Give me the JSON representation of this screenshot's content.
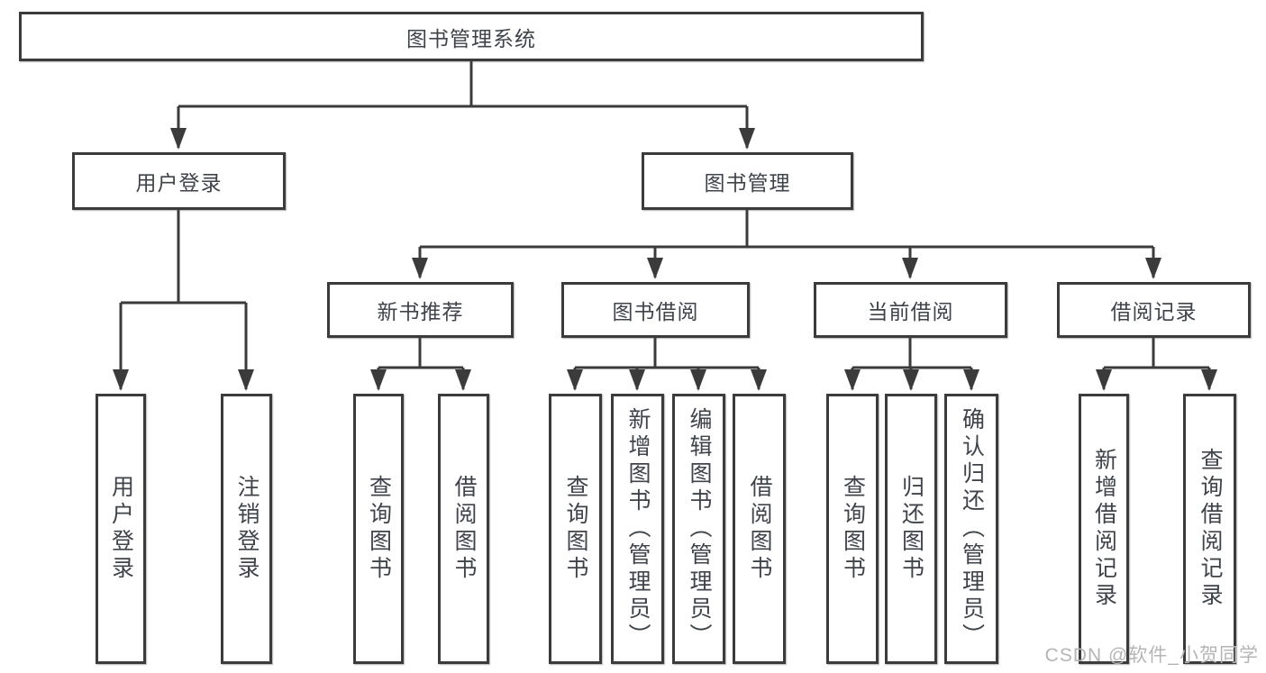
{
  "root": {
    "label": "图书管理系统"
  },
  "user_login": {
    "label": "用户登录",
    "children": [
      {
        "label": "用户登录"
      },
      {
        "label": "注销登录"
      }
    ]
  },
  "book_management": {
    "label": "图书管理",
    "sections": [
      {
        "label": "新书推荐",
        "children": [
          {
            "label": "查询图书"
          },
          {
            "label": "借阅图书"
          }
        ]
      },
      {
        "label": "图书借阅",
        "children": [
          {
            "label": "查询图书"
          },
          {
            "label": "新增图书（管理员）"
          },
          {
            "label": "编辑图书（管理员）"
          },
          {
            "label": "借阅图书"
          }
        ]
      },
      {
        "label": "当前借阅",
        "children": [
          {
            "label": "查询图书"
          },
          {
            "label": "归还图书"
          },
          {
            "label": "确认归还（管理员）"
          }
        ]
      },
      {
        "label": "借阅记录",
        "children": [
          {
            "label": "新增借阅记录"
          },
          {
            "label": "查询借阅记录"
          }
        ]
      }
    ]
  },
  "watermark": "CSDN @软件_小贺同学",
  "colors": {
    "line": "#3b3b3b",
    "box_border": "#3b3b3b",
    "box_background": "#ffffff",
    "text": "#3f434a",
    "watermark": "#b5b5b5"
  }
}
